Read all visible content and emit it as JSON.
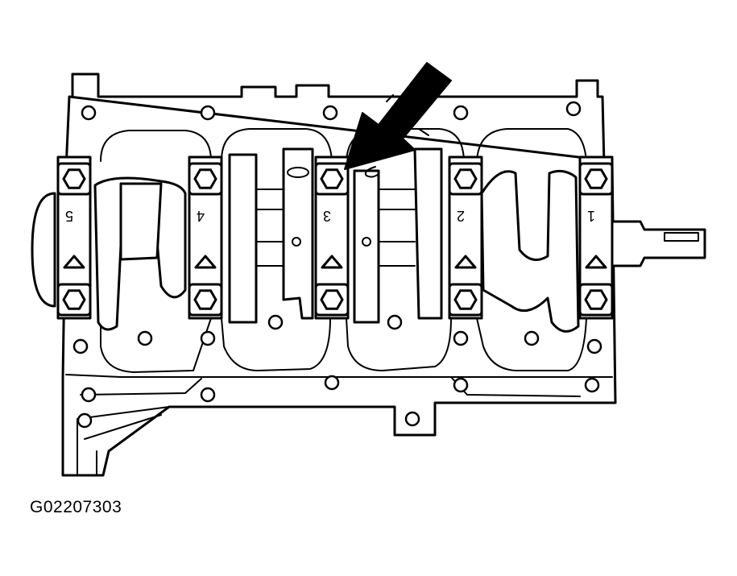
{
  "figure": {
    "id_label": "G02207303"
  },
  "caps": [
    {
      "number": "5"
    },
    {
      "number": "4"
    },
    {
      "number": "3"
    },
    {
      "number": "2"
    },
    {
      "number": "1"
    }
  ],
  "arrow": {
    "points_to_cap": "3"
  },
  "colors": {
    "line": "#000000",
    "background": "#ffffff"
  }
}
